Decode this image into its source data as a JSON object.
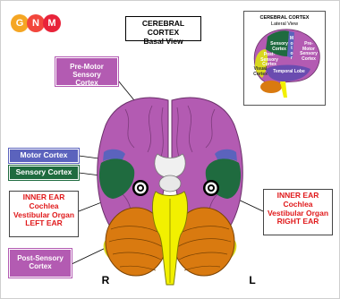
{
  "logo": {
    "letters": [
      "G",
      "N",
      "M"
    ],
    "colors": [
      "#f5a623",
      "#f2463c",
      "#e8233a"
    ]
  },
  "title": {
    "line1": "CEREBRAL CORTEX",
    "line2": "Basal View"
  },
  "inset": {
    "title_line1": "CEREBRAL CORTEX",
    "title_line2": "Lateral View",
    "labels": {
      "sensory": [
        "Sensory",
        "Cortex"
      ],
      "motor": [
        "M",
        "o",
        "t",
        "o",
        "r"
      ],
      "premotor": [
        "Pre-",
        "Motor",
        "Sensory",
        "Cortex"
      ],
      "postsensory": [
        "Post-",
        "Sensory",
        "Cortex"
      ],
      "visual": [
        "Visual",
        "Cortex"
      ],
      "temporal": [
        "Temporal Lobe"
      ]
    }
  },
  "labels": {
    "premotor": [
      "Pre-Motor Sensory",
      "Cortex"
    ],
    "motor": "Motor Cortex",
    "sensory": "Sensory Cortex",
    "ear_left": [
      "INNER EAR",
      "Cochlea",
      "Vestibular Organ",
      "LEFT EAR"
    ],
    "ear_right": [
      "INNER EAR",
      "Cochlea",
      "Vestibular Organ",
      "RIGHT EAR"
    ],
    "postsensory": [
      "Post-Sensory",
      "Cortex"
    ],
    "side_r": "R",
    "side_l": "L"
  },
  "colors": {
    "cortex": "#b35bb2",
    "motor": "#5b63bd",
    "sensory": "#1f6b3f",
    "cerebellum": "#d97a10",
    "brainstem": "#f2f000",
    "visual": "#d8d820",
    "ear_text": "#e0191b"
  }
}
